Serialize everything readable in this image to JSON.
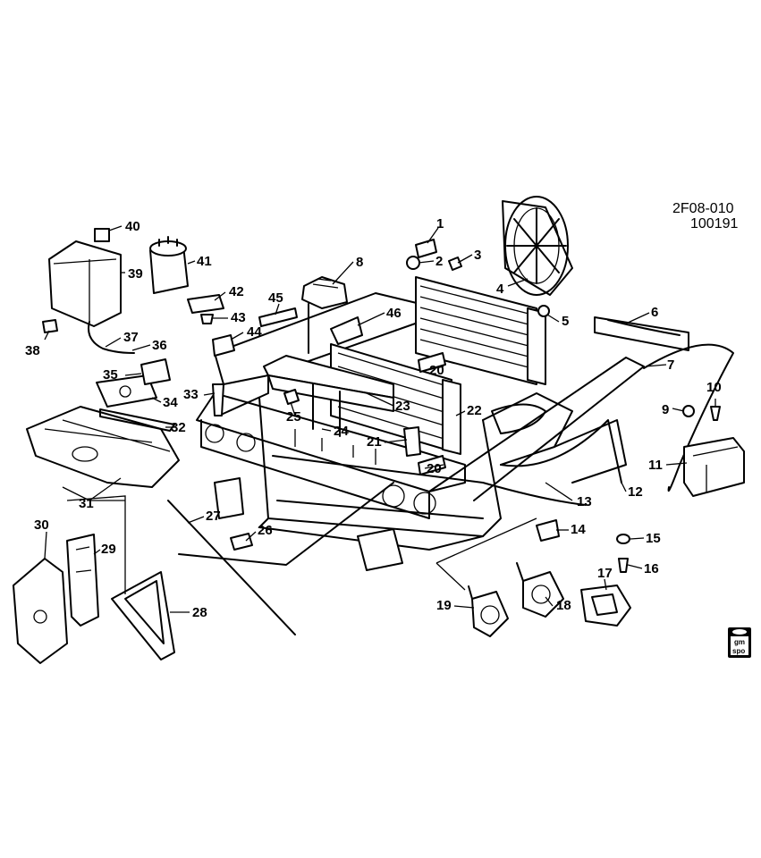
{
  "diagram": {
    "drawing_code": "2F08-010",
    "drawing_date": "100191",
    "logo_text_top": "gm",
    "logo_text_bottom": "spo",
    "callouts": [
      {
        "id": "c1",
        "text": "1"
      },
      {
        "id": "c2",
        "text": "2"
      },
      {
        "id": "c3",
        "text": "3"
      },
      {
        "id": "c4",
        "text": "4"
      },
      {
        "id": "c5",
        "text": "5"
      },
      {
        "id": "c6",
        "text": "6"
      },
      {
        "id": "c7",
        "text": "7"
      },
      {
        "id": "c8",
        "text": "8"
      },
      {
        "id": "c9",
        "text": "9"
      },
      {
        "id": "c10",
        "text": "10"
      },
      {
        "id": "c11",
        "text": "11"
      },
      {
        "id": "c12",
        "text": "12"
      },
      {
        "id": "c13",
        "text": "13"
      },
      {
        "id": "c14",
        "text": "14"
      },
      {
        "id": "c15",
        "text": "15"
      },
      {
        "id": "c16",
        "text": "16"
      },
      {
        "id": "c17",
        "text": "17"
      },
      {
        "id": "c18",
        "text": "18"
      },
      {
        "id": "c19",
        "text": "19"
      },
      {
        "id": "c20a",
        "text": "20"
      },
      {
        "id": "c20b",
        "text": "20"
      },
      {
        "id": "c21",
        "text": "21"
      },
      {
        "id": "c22",
        "text": "22"
      },
      {
        "id": "c23",
        "text": "23"
      },
      {
        "id": "c24",
        "text": "24"
      },
      {
        "id": "c25",
        "text": "25"
      },
      {
        "id": "c26",
        "text": "26"
      },
      {
        "id": "c27",
        "text": "27"
      },
      {
        "id": "c28",
        "text": "28"
      },
      {
        "id": "c29",
        "text": "29"
      },
      {
        "id": "c30",
        "text": "30"
      },
      {
        "id": "c31",
        "text": "31"
      },
      {
        "id": "c32",
        "text": "32"
      },
      {
        "id": "c33",
        "text": "33"
      },
      {
        "id": "c34",
        "text": "34"
      },
      {
        "id": "c35",
        "text": "35"
      },
      {
        "id": "c36",
        "text": "36"
      },
      {
        "id": "c37",
        "text": "37"
      },
      {
        "id": "c38",
        "text": "38"
      },
      {
        "id": "c39",
        "text": "39"
      },
      {
        "id": "c40",
        "text": "40"
      },
      {
        "id": "c41",
        "text": "41"
      },
      {
        "id": "c42",
        "text": "42"
      },
      {
        "id": "c43",
        "text": "43"
      },
      {
        "id": "c44",
        "text": "44"
      },
      {
        "id": "c45",
        "text": "45"
      },
      {
        "id": "c46",
        "text": "46"
      }
    ]
  },
  "colors": {
    "ink": "#000000",
    "paper": "#ffffff"
  }
}
